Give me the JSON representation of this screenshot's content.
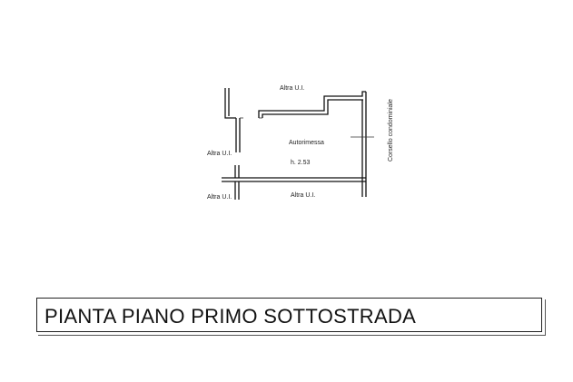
{
  "plan": {
    "labels": {
      "altra_ui_top": "Altra U.I.",
      "altra_ui_left": "Altra U.I.",
      "altra_ui_bottom_left": "Altra U.I.",
      "altra_ui_bottom": "Altra U.I.",
      "autorimessa": "Autorimessa",
      "height": "h. 2.53",
      "corsello": "Corsello condominiale"
    }
  },
  "title": "PIANTA PIANO PRIMO SOTTOSTRADA"
}
